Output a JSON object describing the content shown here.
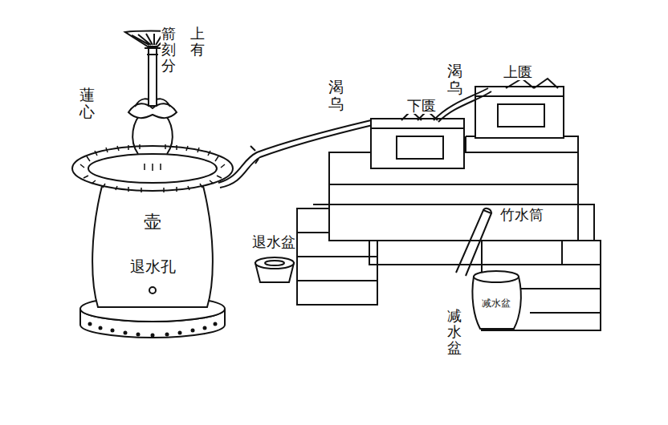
{
  "diagram": {
    "nodes": [
      {
        "text": [
          "壶",
          "退水孔"
        ]
      },
      {
        "text": [
          "减水盆"
        ]
      }
    ],
    "labels": [
      "箭刻分",
      "上有",
      "蓮心",
      "渴乌",
      "下匮",
      "渴乌",
      "上匮",
      "竹水筒",
      "退水盆",
      "减水盆"
    ]
  }
}
